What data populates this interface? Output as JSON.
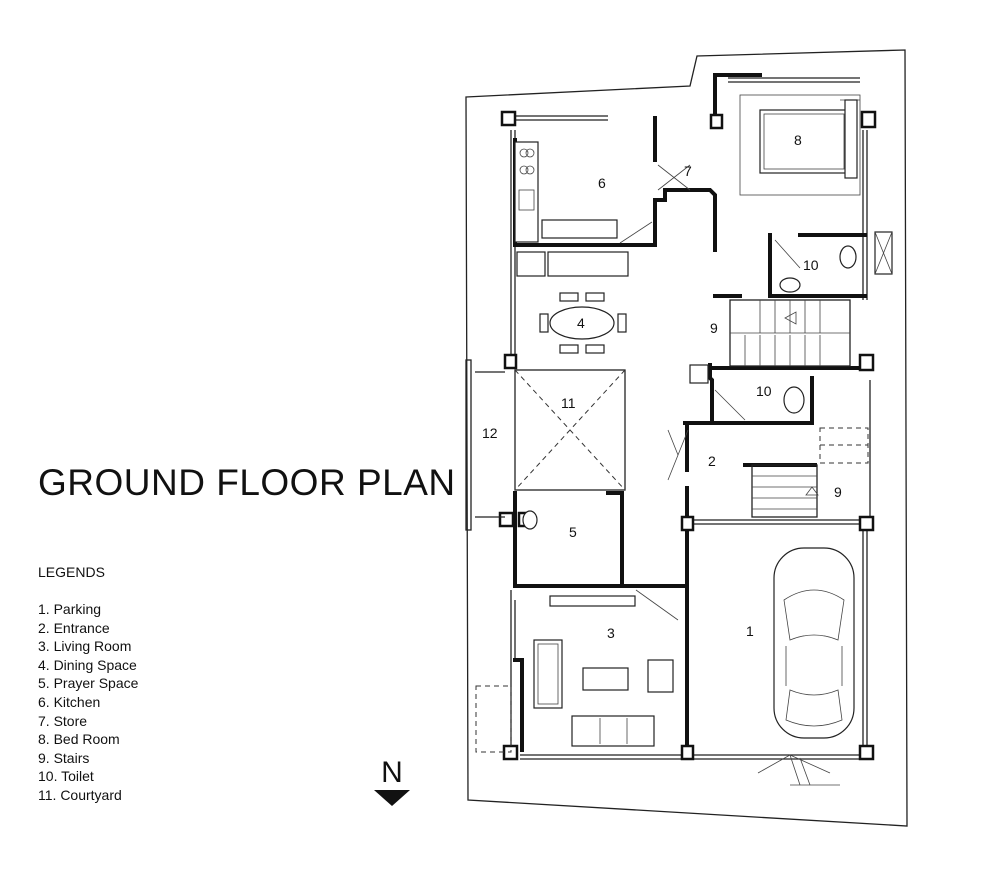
{
  "plan": {
    "title": "GROUND FLOOR PLAN",
    "north_label": "N"
  },
  "legend": {
    "heading": "LEGENDS",
    "items": [
      "1. Parking",
      "2. Entrance",
      "3. Living Room",
      "4. Dining Space",
      "5. Prayer Space",
      "6. Kitchen",
      "7. Store",
      "8. Bed Room",
      "9. Stairs",
      "10. Toilet",
      "11. Courtyard"
    ]
  },
  "room_labels": {
    "parking": "1",
    "entrance": "2",
    "living_room": "3",
    "dining_space": "4",
    "prayer_space": "5",
    "kitchen": "6",
    "store": "7",
    "bed_room": "8",
    "stairs_upper": "9",
    "stairs_lower": "9",
    "toilet_upper": "10",
    "toilet_lower": "10",
    "courtyard": "11",
    "side_area": "12"
  }
}
